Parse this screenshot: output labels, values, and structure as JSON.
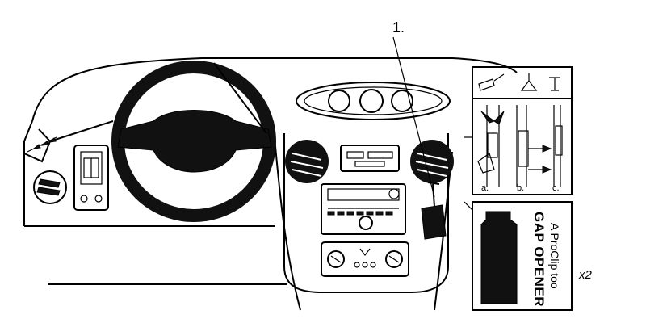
{
  "callout": {
    "number": "1."
  },
  "gap_opener": {
    "title": "GAP OPENER",
    "subtitle": "A ProClip too",
    "quantity": "x2"
  },
  "steps": {
    "a": "a.",
    "b": "b.",
    "c": "c."
  },
  "icons": [
    "steering-wheel",
    "air-vent",
    "radio",
    "climate-control",
    "mounting-clip",
    "gap-opener-tool",
    "step-arrows"
  ]
}
